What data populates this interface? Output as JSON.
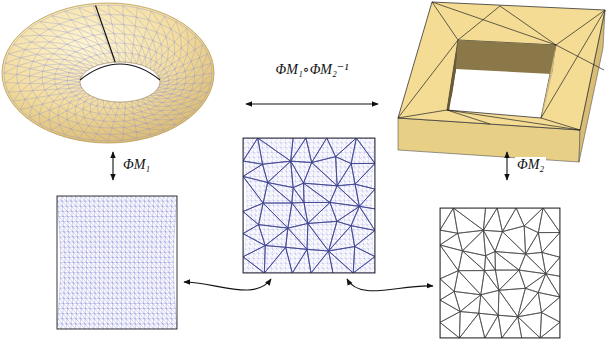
{
  "diagram": {
    "labels": [
      "ΦM₁∘ΦM₂⁻¹",
      "ΦM₁",
      "ΦM₂"
    ]
  }
}
